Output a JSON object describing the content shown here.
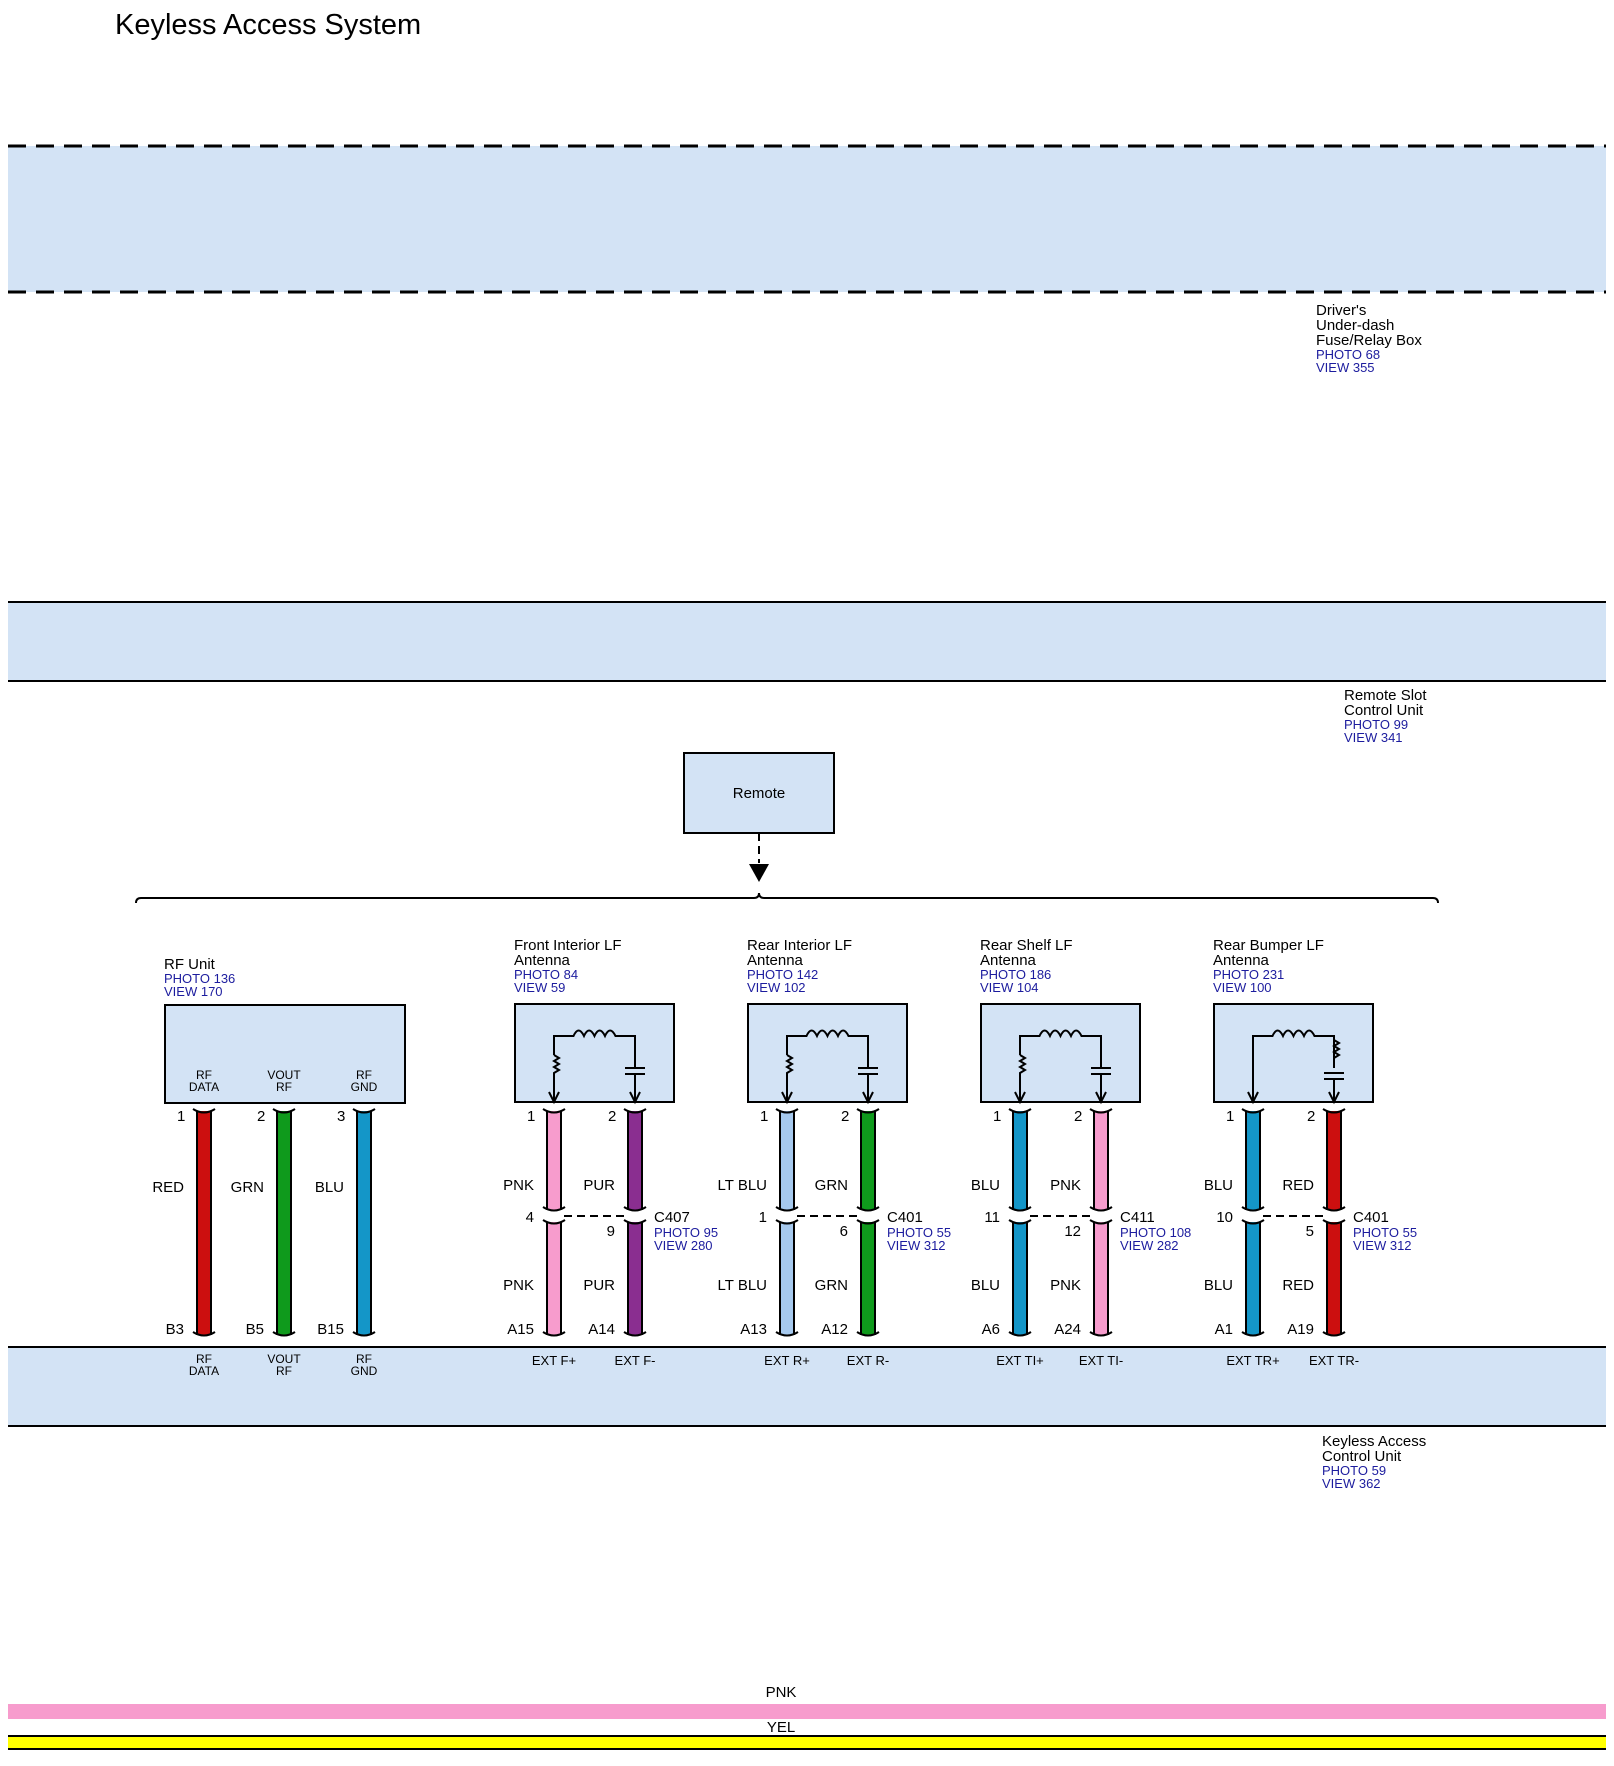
{
  "title": "Keyless Access System",
  "colors": {
    "panel": "#d3e3f5",
    "link": "#1c1c9e",
    "RED": "#cc0f0f",
    "GRN": "#0f9a1c",
    "BLU": "#1496c8",
    "PNK": "#f79ccd",
    "PUR": "#8a2e90",
    "LT BLU": "#a6c9ee",
    "YEL": "#ffff00"
  },
  "fuse_box": {
    "name": "Driver's Under-dash Fuse/Relay Box",
    "lines": [
      "Driver's",
      "Under-dash",
      "Fuse/Relay Box"
    ],
    "photo": "PHOTO 68",
    "view": "VIEW 355"
  },
  "remote_slot": {
    "name": "Remote Slot Control Unit",
    "lines": [
      "Remote Slot",
      "Control Unit"
    ],
    "photo": "PHOTO 99",
    "view": "VIEW 341"
  },
  "remote": {
    "label": "Remote"
  },
  "control_unit": {
    "name": "Keyless Access Control Unit",
    "lines": [
      "Keyless Access",
      "Control Unit"
    ],
    "photo": "PHOTO 59",
    "view": "VIEW 362"
  },
  "rf_unit": {
    "name": "RF Unit",
    "photo": "PHOTO 136",
    "view": "VIEW 170",
    "wires": [
      {
        "pin_top": "1",
        "color": "RED",
        "pin_bottom": "B3",
        "top_label": [
          "RF",
          "DATA"
        ],
        "bottom_label": [
          "RF",
          "DATA"
        ]
      },
      {
        "pin_top": "2",
        "color": "GRN",
        "pin_bottom": "B5",
        "top_label": [
          "VOUT",
          "RF"
        ],
        "bottom_label": [
          "VOUT",
          "RF"
        ]
      },
      {
        "pin_top": "3",
        "color": "BLU",
        "pin_bottom": "B15",
        "top_label": [
          "RF",
          "GND"
        ],
        "bottom_label": [
          "RF",
          "GND"
        ]
      }
    ]
  },
  "antennas": [
    {
      "lines": [
        "Front Interior LF",
        "Antenna"
      ],
      "photo": "PHOTO 84",
      "view": "VIEW 59",
      "load": "cap",
      "connector": {
        "id": "C407",
        "photo": "PHOTO 95",
        "view": "VIEW 280"
      },
      "wires": [
        {
          "pin_top": "1",
          "color_top": "PNK",
          "conn_pin": "4",
          "color_bottom": "PNK",
          "pin_bottom": "A15",
          "signal": "EXT F+"
        },
        {
          "pin_top": "2",
          "color_top": "PUR",
          "conn_pin": "9",
          "color_bottom": "PUR",
          "pin_bottom": "A14",
          "signal": "EXT F-"
        }
      ]
    },
    {
      "lines": [
        "Rear Interior LF",
        "Antenna"
      ],
      "photo": "PHOTO 142",
      "view": "VIEW 102",
      "load": "cap",
      "connector": {
        "id": "C401",
        "photo": "PHOTO 55",
        "view": "VIEW 312"
      },
      "wires": [
        {
          "pin_top": "1",
          "color_top": "LT BLU",
          "conn_pin": "1",
          "color_bottom": "LT BLU",
          "pin_bottom": "A13",
          "signal": "EXT R+"
        },
        {
          "pin_top": "2",
          "color_top": "GRN",
          "conn_pin": "6",
          "color_bottom": "GRN",
          "pin_bottom": "A12",
          "signal": "EXT R-"
        }
      ]
    },
    {
      "lines": [
        "Rear Shelf LF",
        "Antenna"
      ],
      "photo": "PHOTO 186",
      "view": "VIEW 104",
      "load": "cap",
      "connector": {
        "id": "C411",
        "photo": "PHOTO 108",
        "view": "VIEW 282"
      },
      "wires": [
        {
          "pin_top": "1",
          "color_top": "BLU",
          "conn_pin": "11",
          "color_bottom": "BLU",
          "pin_bottom": "A6",
          "signal": "EXT TI+"
        },
        {
          "pin_top": "2",
          "color_top": "PNK",
          "conn_pin": "12",
          "color_bottom": "PNK",
          "pin_bottom": "A24",
          "signal": "EXT TI-"
        }
      ]
    },
    {
      "lines": [
        "Rear Bumper LF",
        "Antenna"
      ],
      "photo": "PHOTO 231",
      "view": "VIEW 100",
      "load": "res-cap",
      "connector": {
        "id": "C401",
        "photo": "PHOTO 55",
        "view": "VIEW 312"
      },
      "wires": [
        {
          "pin_top": "1",
          "color_top": "BLU",
          "conn_pin": "10",
          "color_bottom": "BLU",
          "pin_bottom": "A1",
          "signal": "EXT TR+"
        },
        {
          "pin_top": "2",
          "color_top": "RED",
          "conn_pin": "5",
          "color_bottom": "RED",
          "pin_bottom": "A19",
          "signal": "EXT TR-"
        }
      ]
    }
  ],
  "bottom_bars": [
    {
      "label": "PNK",
      "color": "PNK"
    },
    {
      "label": "YEL",
      "color": "YEL"
    }
  ]
}
